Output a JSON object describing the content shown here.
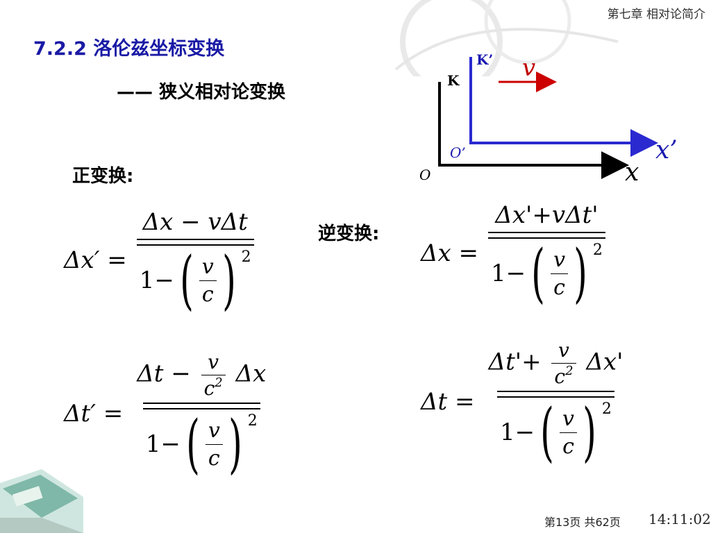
{
  "header": {
    "chapter": "第七章 相对论简介"
  },
  "section": {
    "title": "7.2.2  洛伦兹坐标变换",
    "subtitle": "—— 狭义相对论变换"
  },
  "labels": {
    "forward": "正变换:",
    "inverse": "逆变换:"
  },
  "diagram": {
    "frame_k": "K",
    "frame_kp": "K’",
    "velocity": "v",
    "origin_o": "O",
    "origin_op": "O’",
    "axis_x": "x",
    "axis_xp": "x’",
    "colors": {
      "velocity_arrow": "#cc0000",
      "primed_axes": "#2a2ad0",
      "unprimed_axes": "#000000"
    }
  },
  "equations": {
    "forward_dx": {
      "lhs": "Δx′ =",
      "num": "Δx − vΔt",
      "den_one": "1−",
      "den_v": "v",
      "den_c": "c",
      "den_exp": "2"
    },
    "forward_dt": {
      "lhs": "Δt′ =",
      "num_a": "Δt −",
      "num_frac_v": "v",
      "num_frac_c": "c",
      "num_frac_exp": "2",
      "num_b": "Δx",
      "den_one": "1−",
      "den_v": "v",
      "den_c": "c",
      "den_exp": "2"
    },
    "inverse_dx": {
      "lhs": "Δx =",
      "num": "Δx'+vΔt'",
      "den_one": "1−",
      "den_v": "v",
      "den_c": "c",
      "den_exp": "2"
    },
    "inverse_dt": {
      "lhs": "Δt =",
      "num_a": "Δt'+",
      "num_frac_v": "v",
      "num_frac_c": "c",
      "num_frac_exp": "2",
      "num_b": "Δx'",
      "den_one": "1−",
      "den_v": "v",
      "den_c": "c",
      "den_exp": "2"
    }
  },
  "footer": {
    "page": "第13页  共62页",
    "time": "14:11:02"
  }
}
